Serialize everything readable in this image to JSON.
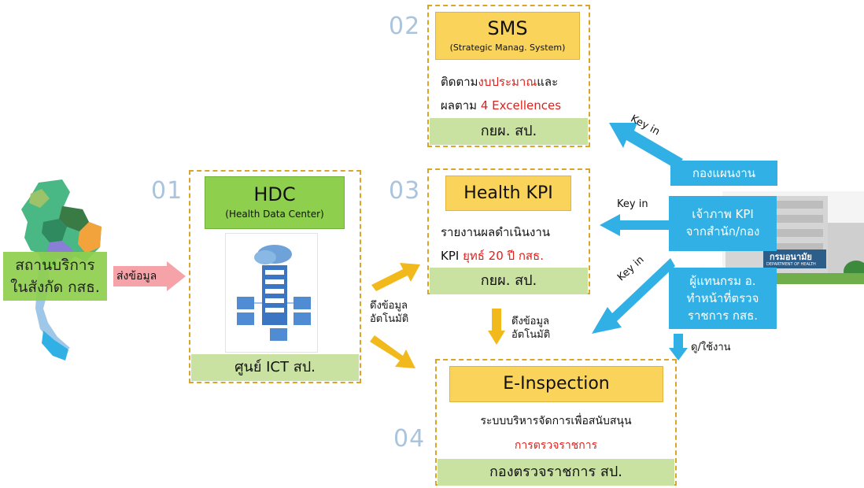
{
  "facility": {
    "label_line1": "สถานบริการ",
    "label_line2": "ในสังกัด กสธ."
  },
  "send_data_label": "ส่งข้อมูล",
  "hdc": {
    "number": "01",
    "title": "HDC",
    "subtitle": "(Health Data Center)",
    "footer": "ศูนย์ ICT สป."
  },
  "sms": {
    "number": "02",
    "title": "SMS",
    "subtitle": "(Strategic Manag. System)",
    "line1_a": "ติดตาม",
    "line1_red": "งบประมาณ",
    "line1_b": "และ",
    "line2_a": "ผลตาม ",
    "line2_red": "4 Excellences",
    "footer": "กยผ. สป."
  },
  "kpi": {
    "number": "03",
    "title": "Health KPI",
    "line1": "รายงานผลดำเนินงาน",
    "line2_a": "KPI ",
    "line2_red": "ยุทธ์ 20 ปี กสธ.",
    "footer": "กยผ. สป."
  },
  "einspection": {
    "number": "04",
    "title": "E-Inspection",
    "line1": "ระบบบริหารจัดการเพื่อสนับสนุน",
    "line2_red": "การตรวจราชการ",
    "footer": "กองตรวจราชการ สป."
  },
  "pull_auto_1": {
    "line1": "ดึงข้อมูล",
    "line2": "อัตโนมัติ"
  },
  "pull_auto_2": {
    "line1": "ดึงข้อมูล",
    "line2": "อัตโนมัติ"
  },
  "key_in": [
    "Key in",
    "Key in",
    "Key in"
  ],
  "actors": {
    "planning": "กองแผนงาน",
    "kpi_owner_line1": "เจ้าภาพ KPI",
    "kpi_owner_line2": "จากสำนัก/กอง",
    "inspector_line1": "ผู้แทนกรม อ.",
    "inspector_line2": "ทำหน้าที่ตรวจ",
    "inspector_line3": "ราชการ กสธ."
  },
  "view_use_label": "ดู/ใช้งาน",
  "building_sign": "กรมอนามัย",
  "building_sign_sub": "DEPARTMENT OF HEALTH",
  "colors": {
    "gold": "#f9d35a",
    "green": "#8fcf4e",
    "footer_green": "#c9e2a2",
    "blue": "#31b0e6",
    "number": "#aac4dd",
    "red_text": "#e0201b",
    "dash": "#d9a62a"
  }
}
